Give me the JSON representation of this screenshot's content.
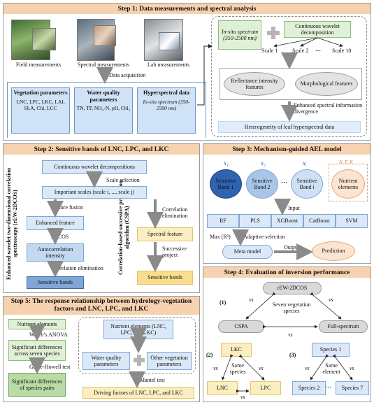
{
  "step1": {
    "title": "Step 1: Data measurements and spectral analysis",
    "photo_labels": [
      "Field measurements",
      "Spectral measurements",
      "Lab measurements"
    ],
    "data_acquisition": "Data acquisition",
    "veg_title": "Vegetation parameters",
    "veg_body": "LNC, LPC, LKC, LAI, SLA, Chl, LCC",
    "water_title": "Water quality parameters",
    "water_body": "TN, TP, NH₄-N, pH, Chl₂",
    "hyper_title": "Hyperspectral data",
    "hyper_body": "In-situ spectrum (350-2500 nm)",
    "insitu": "In-situ spectrum (350-2500 nm)",
    "cwd": "Continuous wavelet decomposition",
    "scales": [
      "Scale 1",
      "Scale 2",
      "···",
      "Scale 10"
    ],
    "refl": "Reflectance intensity features",
    "morph": "Morphological features",
    "enhanced": "Enhanced spectral information divergence",
    "heterogeneity": "Heterogeneity of leaf hyperspectral data"
  },
  "step2": {
    "title": "Step 2:  Sensitive bands of LNC, LPC, and LKC",
    "cwds": "Continuous wavelet decompositions",
    "scale_sel": "Scale selection",
    "important": "Important scales (scale i, ..., scale j)",
    "feature_fusion": "Feature fusion",
    "enhanced_feature": "Enhanced feature",
    "twodcos": "2DCOS",
    "autocorr": "Autocorrelation intensity",
    "corr_elim": "Correlation elimination",
    "sensitive": "Sensitive bands",
    "left_vertical": "Enhanced wavelet two-dimensional correlation spectroscopy (rEW-2DCOS)",
    "right_vertical": "Correlation-based successive projection algorithm (CSPA)",
    "corr_elim2": "Correlation elimination",
    "spectral_feature": "Spectral feature",
    "successive": "Successive project",
    "sensitive2": "Sensitive bands"
  },
  "step3": {
    "title": "Step 3: Mechanism-guided AEL model",
    "x_labels": [
      "x₁",
      "x₂",
      "xᵢ"
    ],
    "npk": "N, P, K",
    "bands": [
      "Sensitive Band 1",
      "Sensitive Band 2",
      "···",
      "Sensitive Band i"
    ],
    "nutrient": "Nutrient elements",
    "input": "Input",
    "models": [
      "RF",
      "PLS",
      "XGBoost",
      "CatBoost",
      "SVM"
    ],
    "max_r2": "Max (R²)",
    "adaptive": "Adaptive selection",
    "meta": "Meta model",
    "output": "Output",
    "prediction": "Prediction"
  },
  "step4": {
    "title": "Step 4: Evaluation of inversion performance",
    "p1": "(1)",
    "rew": "rEW-2DCOS",
    "cspa": "CSPA",
    "full": "Full-spectrum",
    "seven": "Seven vegetation species",
    "vs": "vs",
    "p2": "(2)",
    "lkc": "LKC",
    "lnc": "LNC",
    "lpc": "LPC",
    "same_species": "Same species",
    "p3": "(3)",
    "species1": "Species 1",
    "species2": "Species 2",
    "species7": "Species 7",
    "dots": "···",
    "same_element": "Same element"
  },
  "step5": {
    "title": "Step 5: The response relationship between hydrology-vegetation factors and LNC, LPC, and LKC",
    "nutrient": "Nutrient elements",
    "welch": "Welch’s ANOVA",
    "sig_species": "Significant differences across seven species",
    "games": "Game-Howell test",
    "sig_pairs": "Significant differences of species pairs",
    "nutrient_elements": "Nutrient elements (LNC, LPC, and LKC)",
    "water": "Water quality parameters",
    "other": "Other vegetation parameters",
    "mantel": "Mantel test",
    "driving": "Driving factors of LNC, LPC, and LKC"
  }
}
